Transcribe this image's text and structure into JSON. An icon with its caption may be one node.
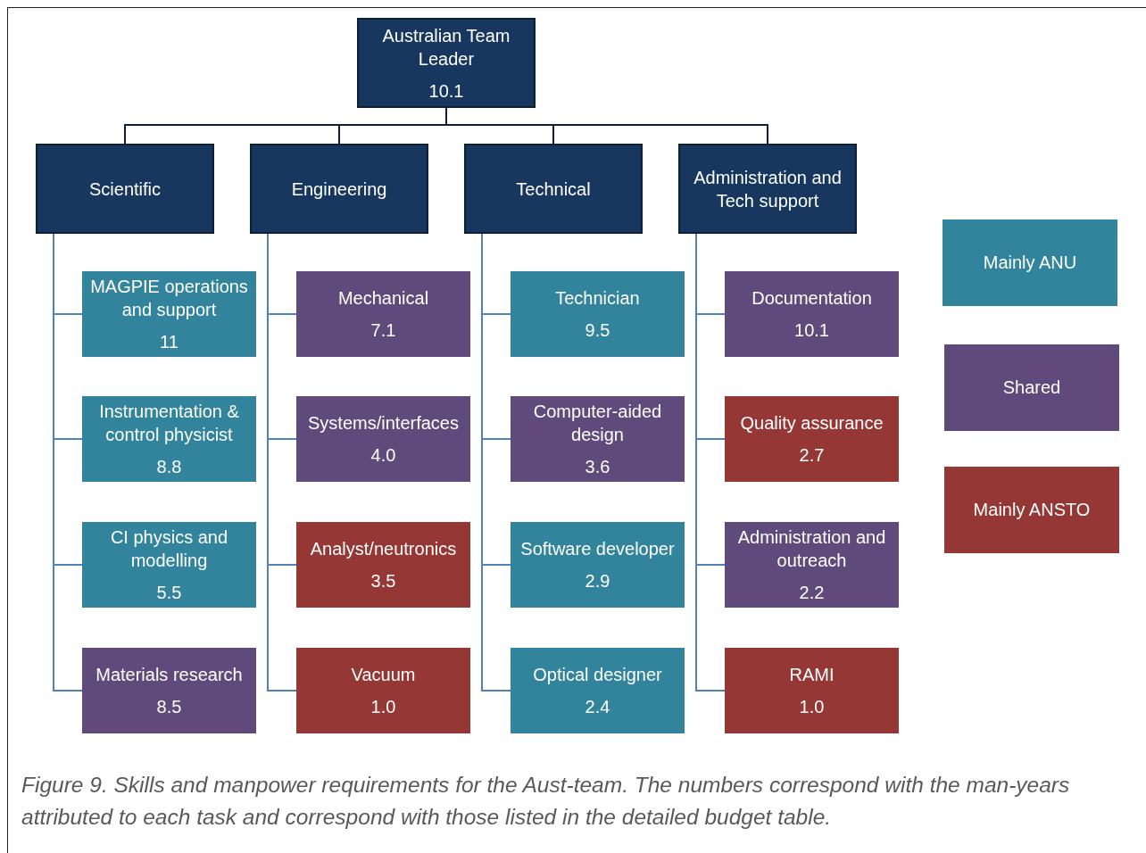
{
  "diagram": {
    "caption": "Figure 9. Skills and manpower requirements for the Aust-team.  The numbers correspond with the man-years attributed to each task and correspond with those listed in the detailed budget table.",
    "nodes": [
      {
        "text": [
          "Australian Team Leader",
          "10.1"
        ]
      },
      {
        "text": [
          "Scientific"
        ]
      },
      {
        "text": [
          "Engineering"
        ]
      },
      {
        "text": [
          "Technical"
        ]
      },
      {
        "text": [
          "Administration and Tech support"
        ]
      },
      {
        "text": [
          "MAGPIE operations and support",
          "11"
        ]
      },
      {
        "text": [
          "Mechanical",
          "7.1"
        ]
      },
      {
        "text": [
          "Technician",
          "9.5"
        ]
      },
      {
        "text": [
          "Documentation",
          "10.1"
        ]
      },
      {
        "text": [
          "Instrumentation & control physicist",
          "8.8"
        ]
      },
      {
        "text": [
          "Systems/interfaces",
          "4.0"
        ]
      },
      {
        "text": [
          "Computer-aided design",
          "3.6"
        ]
      },
      {
        "text": [
          "Quality assurance",
          "2.7"
        ]
      },
      {
        "text": [
          "CI physics and modelling",
          "5.5"
        ]
      },
      {
        "text": [
          "Analyst/neutronics",
          "3.5"
        ]
      },
      {
        "text": [
          "Software developer",
          "2.9"
        ]
      },
      {
        "text": [
          "Administration and outreach",
          "2.2"
        ]
      },
      {
        "text": [
          "Materials research",
          "8.5"
        ]
      },
      {
        "text": [
          "Vacuum",
          "1.0"
        ]
      },
      {
        "text": [
          "Optical designer",
          "2.4"
        ]
      },
      {
        "text": [
          "RAMI",
          "1.0"
        ]
      }
    ],
    "edges": [
      {
        "from": 0,
        "to": 1,
        "arrow": "none",
        "color": "#0d1f38"
      },
      {
        "from": 0,
        "to": 2,
        "arrow": "none",
        "color": "#0d1f38"
      },
      {
        "from": 0,
        "to": 3,
        "arrow": "none",
        "color": "#0d1f38"
      },
      {
        "from": 0,
        "to": 4,
        "arrow": "none",
        "color": "#0d1f38"
      },
      {
        "from": 1,
        "to": 5,
        "arrow": "none"
      },
      {
        "from": 1,
        "to": 9,
        "arrow": "none"
      },
      {
        "from": 1,
        "to": 13,
        "arrow": "none"
      },
      {
        "from": 1,
        "to": 17,
        "arrow": "none"
      },
      {
        "from": 2,
        "to": 6,
        "arrow": "none"
      },
      {
        "from": 2,
        "to": 10,
        "arrow": "none"
      },
      {
        "from": 2,
        "to": 14,
        "arrow": "none"
      },
      {
        "from": 2,
        "to": 18,
        "arrow": "none"
      },
      {
        "from": 3,
        "to": 7,
        "arrow": "none"
      },
      {
        "from": 3,
        "to": 11,
        "arrow": "none"
      },
      {
        "from": 3,
        "to": 15,
        "arrow": "none"
      },
      {
        "from": 3,
        "to": 19,
        "arrow": "none"
      },
      {
        "from": 4,
        "to": 8,
        "arrow": "none"
      },
      {
        "from": 4,
        "to": 12,
        "arrow": "none"
      },
      {
        "from": 4,
        "to": 16,
        "arrow": "none"
      },
      {
        "from": 4,
        "to": 20,
        "arrow": "none"
      }
    ],
    "legend": [
      {
        "text": "Mainly ANU",
        "color": "#31849b"
      },
      {
        "text": "Shared",
        "color": "#604a7b"
      },
      {
        "text": "Mainly ANSTO",
        "color": "#953735"
      }
    ]
  }
}
